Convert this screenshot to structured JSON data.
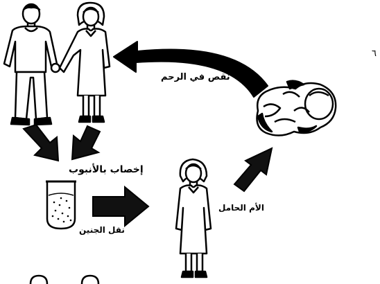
{
  "page_number": "٦",
  "labels": {
    "uterine_defect": "نقص في الرحم",
    "ivf": "إخصاب بالأنبوب",
    "embryo_transfer": "نقل الجنين",
    "surrogate_mother": "الأم الحامل"
  },
  "colors": {
    "ink": "#000000",
    "paper": "#ffffff"
  }
}
